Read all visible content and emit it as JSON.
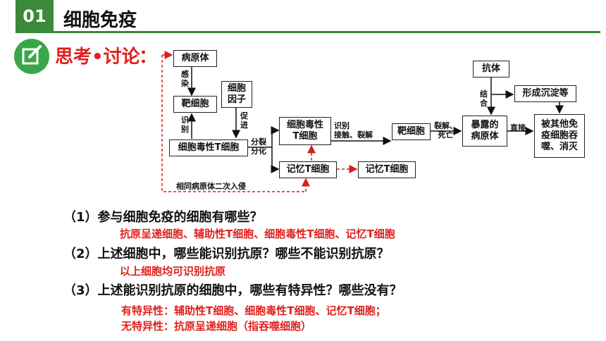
{
  "header": {
    "section_number": "01",
    "section_title": "细胞免疫",
    "think_label": "思考•讨论",
    "think_colon": "："
  },
  "diagram": {
    "boxes": {
      "pathogen": "病原体",
      "target_cell": "靶细胞",
      "cytokine": "细胞\n因子",
      "cytotoxic_t_left": "细胞毒性T细胞",
      "cytotoxic_t_mid": "细胞毒性\nT细胞",
      "memory_t_1": "记忆T细胞",
      "memory_t_2": "记忆T细胞",
      "target_cell_right": "靶细胞",
      "exposed_pathogen": "暴露的\n病原体",
      "antibody": "抗体",
      "precipitate": "形成沉淀等",
      "engulfed": "被其他免\n疫细胞吞\n噬、消灭"
    },
    "labels": {
      "infect": "感\n染",
      "recognize_left": "识\n别",
      "promote": "促\n进",
      "divide": "分裂\n分化",
      "recognize_contact": "识别\n接触、裂解",
      "lysis_death": "裂解、\n死亡",
      "combine": "结\n合",
      "direct": "直接",
      "second_invasion": "相同病原体二次入侵"
    }
  },
  "questions": [
    {
      "q": "（1）参与细胞免疫的细胞有哪些？",
      "answers": [
        "抗原呈递细胞、辅助性T细胞、细胞毒性T细胞、记忆T细胞"
      ]
    },
    {
      "q": "（2）上述细胞中，哪些能识别抗原？哪些不能识别抗原？",
      "answers": [
        "以上细胞均可识别抗原"
      ]
    },
    {
      "q": "（3）上述能识别抗原的细胞中，哪些有特异性？哪些没有？",
      "answers": [
        "有特异性：辅助性T细胞、细胞毒性T细胞、记忆T细胞；",
        "无特异性：抗原呈递细胞（指吞噬细胞）"
      ]
    }
  ],
  "colors": {
    "green": "#3a8a3a",
    "red": "#e0201c",
    "icon_green": "#3aa64a"
  }
}
